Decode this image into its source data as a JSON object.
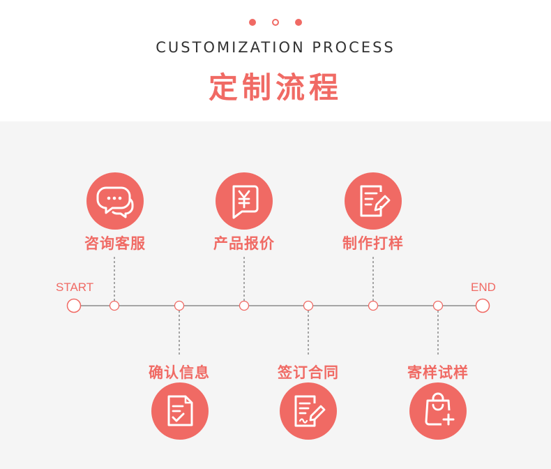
{
  "header": {
    "title_en": "CUSTOMIZATION PROCESS",
    "title_cn": "定制流程"
  },
  "timeline": {
    "start_label": "START",
    "end_label": "END"
  },
  "steps": [
    {
      "label": "咨询客服",
      "icon": "chat-bubbles-icon"
    },
    {
      "label": "确认信息",
      "icon": "document-check-icon"
    },
    {
      "label": "产品报价",
      "icon": "yen-document-icon"
    },
    {
      "label": "签订合同",
      "icon": "contract-sign-icon"
    },
    {
      "label": "制作打样",
      "icon": "document-edit-icon"
    },
    {
      "label": "寄样试样",
      "icon": "shopping-bag-add-icon"
    }
  ],
  "colors": {
    "accent": "#f06a64",
    "panel_bg": "#f5f5f5",
    "title_text": "#333333"
  }
}
